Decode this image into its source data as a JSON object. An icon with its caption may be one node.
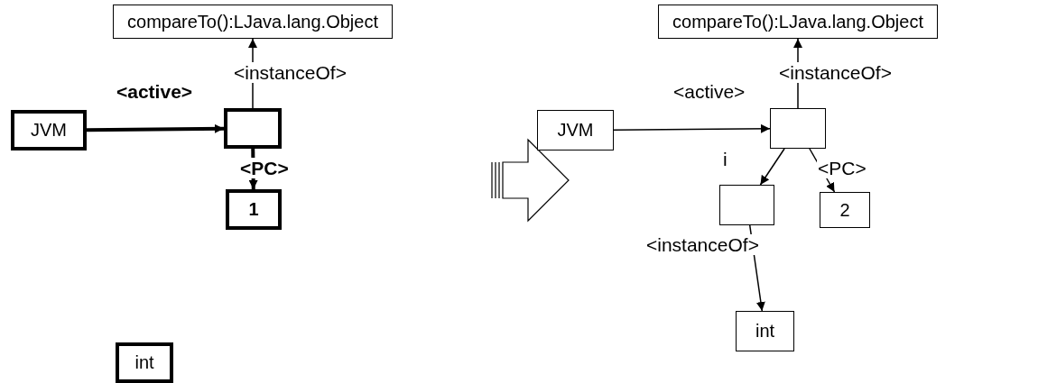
{
  "diagram": {
    "nodes": [
      {
        "text": [
          "compareTo():LJava.lang.Object"
        ]
      },
      {
        "text": [
          "JVM"
        ]
      },
      {
        "text": [],
        "shape": "box"
      },
      {
        "text": [
          "1"
        ]
      },
      {
        "text": [
          "int"
        ]
      },
      {
        "text": [
          "compareTo():LJava.lang.Object"
        ]
      },
      {
        "text": [
          "JVM"
        ]
      },
      {
        "text": [],
        "shape": "box"
      },
      {
        "text": [],
        "shape": "box"
      },
      {
        "text": [
          "2"
        ]
      },
      {
        "text": [
          "int"
        ]
      }
    ],
    "edges": [
      {
        "from": 2,
        "to": 0,
        "arrow": "to",
        "label": "<instanceOf>"
      },
      {
        "from": 1,
        "to": 2,
        "arrow": "to",
        "label": "<active>",
        "style": "thick"
      },
      {
        "from": 2,
        "to": 3,
        "arrow": "to",
        "label": "<PC>",
        "style": "thick"
      },
      {
        "from": 6,
        "to": 7,
        "arrow": "to",
        "label": "<active>"
      },
      {
        "from": 7,
        "to": 5,
        "arrow": "to",
        "label": "<instanceOf>"
      },
      {
        "from": 7,
        "to": 8,
        "arrow": "to",
        "label": "i"
      },
      {
        "from": 7,
        "to": 9,
        "arrow": "to",
        "label": "<PC>"
      },
      {
        "from": 8,
        "to": 10,
        "arrow": "to",
        "label": "<instanceOf>"
      }
    ]
  }
}
